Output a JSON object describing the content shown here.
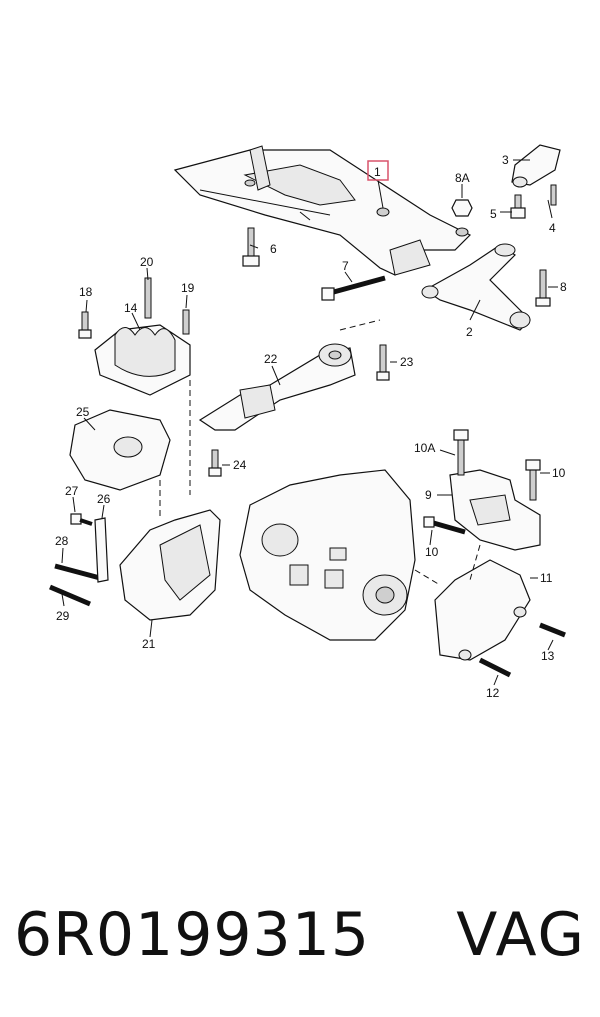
{
  "diagram": {
    "callouts": {
      "c1": "1",
      "c2": "2",
      "c3": "3",
      "c4": "4",
      "c5": "5",
      "c6": "6",
      "c7": "7",
      "c8": "8",
      "c8a": "8A",
      "c10a": "10A",
      "c9": "9",
      "c10a_right": "10",
      "c10b_left": "10",
      "c11": "11",
      "c12": "12",
      "c13": "13",
      "c14": "14",
      "c18": "18",
      "c19": "19",
      "c20": "20",
      "c21": "21",
      "c22": "22",
      "c23": "23",
      "c24": "24",
      "c25": "25",
      "c26": "26",
      "c27": "27",
      "c28": "28",
      "c29": "29"
    },
    "highlight_color": "#d9536b"
  },
  "caption": {
    "part_number": "6R0199315",
    "brand": "VAG"
  }
}
